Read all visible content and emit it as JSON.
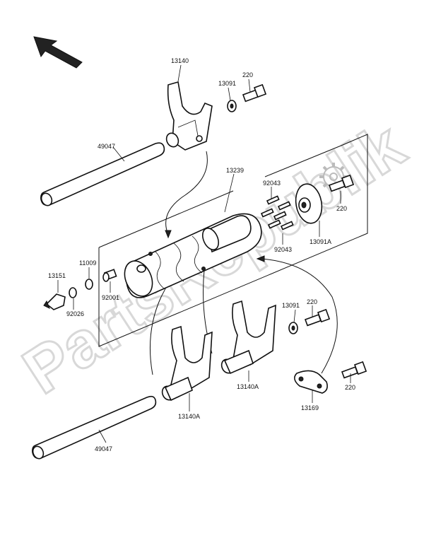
{
  "labels": {
    "fork_top": "13140",
    "washer_top": "13091",
    "bolt_top": "220",
    "shaft_top": "49047",
    "drum": "13239",
    "pins_upper": "92043",
    "pins_lower": "92043",
    "cover_plate": "13091A",
    "bolt_cover": "220",
    "switch": "13151",
    "oring_11009": "11009",
    "plug": "92001",
    "washer_92026": "92026",
    "washer_mid": "13091",
    "bolt_mid": "220",
    "fork_mid": "13140A",
    "fork_left": "13140A",
    "bracket": "13169",
    "bolt_bracket": "220",
    "shaft_bottom": "49047"
  },
  "watermark": "PartsRepublik"
}
